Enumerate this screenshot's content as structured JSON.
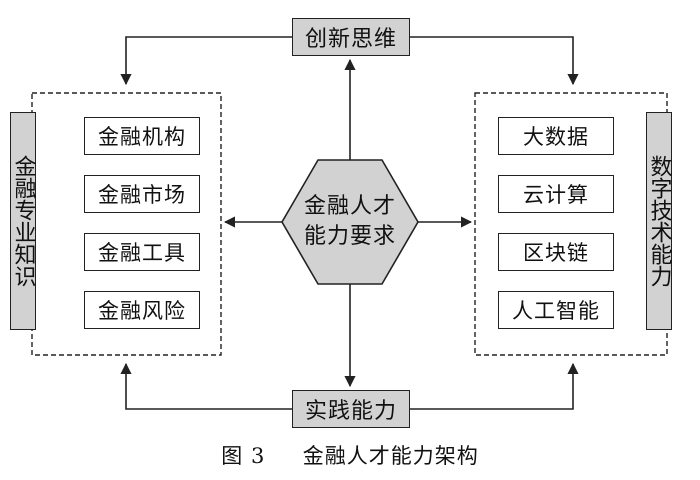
{
  "top_label": "创新思维",
  "bottom_label": "实践能力",
  "center_line1": "金融人才",
  "center_line2": "能力要求",
  "left_group": {
    "side_label": "金融专业知识",
    "items": [
      "金融机构",
      "金融市场",
      "金融工具",
      "金融风险"
    ]
  },
  "right_group": {
    "side_label": "数字技术能力",
    "items": [
      "大数据",
      "云计算",
      "区块链",
      "人工智能"
    ]
  },
  "caption": {
    "figure_number": "图 3",
    "title": "金融人才能力架构"
  },
  "colors": {
    "box_fill": "#d2d2d2",
    "line": "#222222"
  }
}
